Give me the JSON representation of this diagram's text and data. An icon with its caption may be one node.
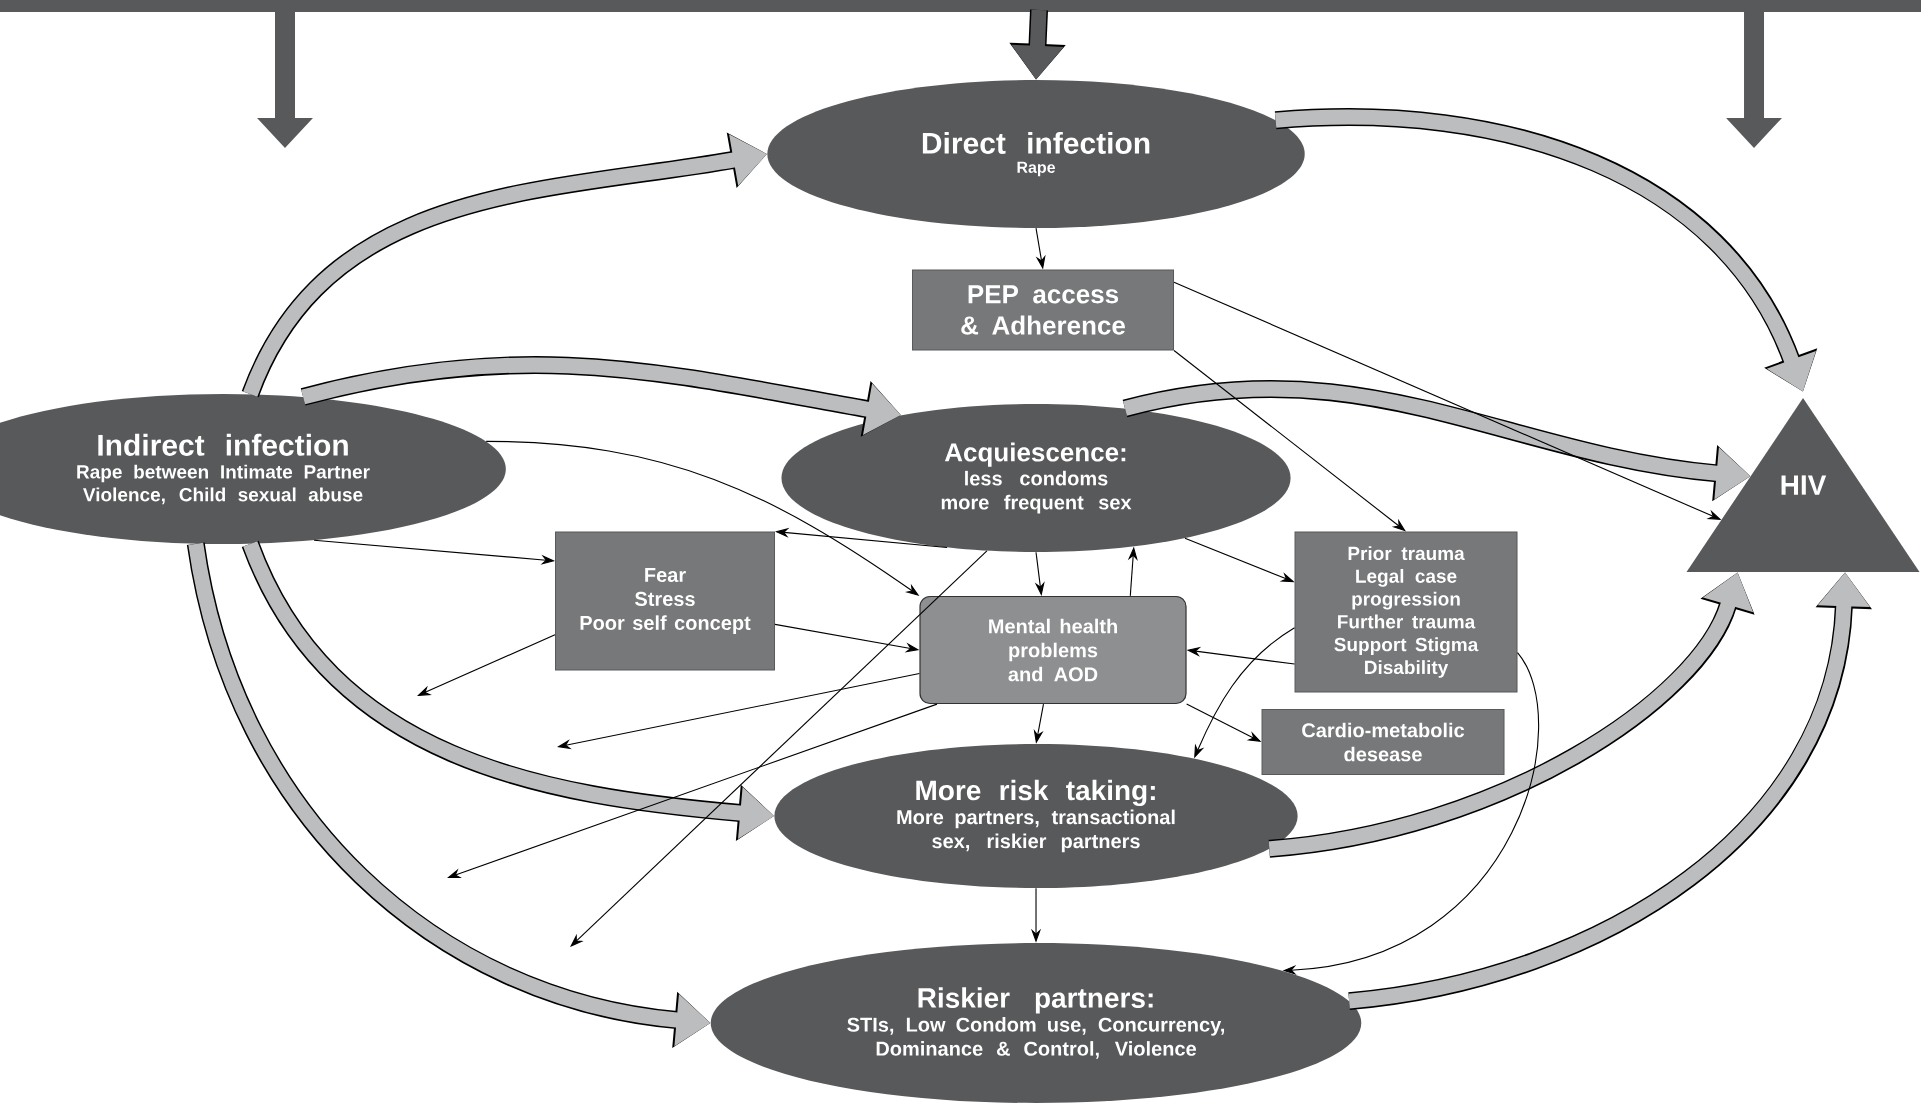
{
  "diagram": {
    "nodes": [
      {
        "text": [
          "Direct infection",
          "Rape"
        ]
      },
      {
        "text": [
          "PEP access & Adherence"
        ]
      },
      {
        "text": [
          "Indirect infection",
          "Rape between Intimate Partner Violence, Child sexual abuse"
        ]
      },
      {
        "text": [
          "Acquiescence:",
          "less condoms",
          "more frequent sex"
        ]
      },
      {
        "text": [
          "Fear",
          "Stress",
          "Poor self concept"
        ]
      },
      {
        "text": [
          "Mental health problems and AOD"
        ]
      },
      {
        "text": [
          "Prior trauma",
          "Legal case progression",
          "Further trauma",
          "Support Stigma",
          "Disability"
        ]
      },
      {
        "text": [
          "Cardio-metabolic desease"
        ]
      },
      {
        "text": [
          "More risk taking:",
          "More partners, transactional sex, riskier partners"
        ]
      },
      {
        "text": [
          "Riskier partners:",
          "STIs, Low Condom use, Concurrency, Dominance & Control, Violence"
        ]
      },
      {
        "text": [
          "HIV"
        ]
      }
    ],
    "edges": [
      {
        "from": null,
        "to": 0,
        "arrow": "to",
        "style": "thick",
        "color": "#58595b"
      },
      {
        "from": 2,
        "to": 0,
        "arrow": "to",
        "style": "thick",
        "color": "#bcbdbf"
      },
      {
        "from": 2,
        "to": 3,
        "arrow": "to",
        "style": "thick",
        "color": "#bcbdbf"
      },
      {
        "from": 2,
        "to": 8,
        "arrow": "to",
        "style": "thick",
        "color": "#bcbdbf"
      },
      {
        "from": 2,
        "to": 9,
        "arrow": "to",
        "style": "thick",
        "color": "#bcbdbf"
      },
      {
        "from": 0,
        "to": 10,
        "arrow": "to",
        "style": "thick",
        "color": "#bcbdbf"
      },
      {
        "from": 3,
        "to": 10,
        "arrow": "to",
        "style": "thick",
        "color": "#bcbdbf"
      },
      {
        "from": 8,
        "to": 10,
        "arrow": "to",
        "style": "thick",
        "color": "#bcbdbf"
      },
      {
        "from": 9,
        "to": 10,
        "arrow": "to",
        "style": "thick",
        "color": "#bcbdbf"
      },
      {
        "from": 0,
        "to": 1,
        "arrow": "to"
      },
      {
        "from": 1,
        "to": 10,
        "arrow": "to"
      },
      {
        "from": 1,
        "to": 6,
        "arrow": "to"
      },
      {
        "from": 2,
        "to": 4,
        "arrow": "to"
      },
      {
        "from": 2,
        "to": 5,
        "arrow": "to"
      },
      {
        "from": 3,
        "to": 4,
        "arrow": "to"
      },
      {
        "from": 3,
        "to": null,
        "arrow": "to"
      },
      {
        "from": 3,
        "to": 5,
        "arrow": "to"
      },
      {
        "from": 5,
        "to": 3,
        "arrow": "to"
      },
      {
        "from": 3,
        "to": 6,
        "arrow": "to"
      },
      {
        "from": 4,
        "to": 5,
        "arrow": "to"
      },
      {
        "from": 4,
        "to": null,
        "arrow": "to"
      },
      {
        "from": 5,
        "to": null,
        "arrow": "to"
      },
      {
        "from": 5,
        "to": null,
        "arrow": "to"
      },
      {
        "from": 5,
        "to": 8,
        "arrow": "to"
      },
      {
        "from": 5,
        "to": 7,
        "arrow": "to"
      },
      {
        "from": 6,
        "to": 5,
        "arrow": "to"
      },
      {
        "from": 6,
        "to": 8,
        "arrow": "to"
      },
      {
        "from": 6,
        "to": 9,
        "arrow": "to"
      },
      {
        "from": 8,
        "to": 9,
        "arrow": "to"
      }
    ]
  }
}
